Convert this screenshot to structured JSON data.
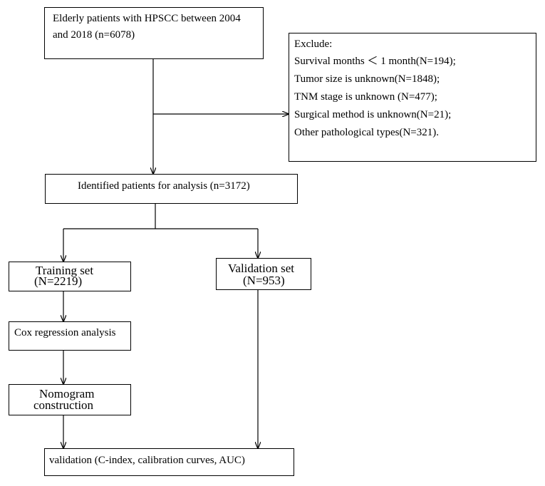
{
  "flowchart": {
    "start": {
      "line1": "Elderly patients with  HPSCC between 2004",
      "line2": "and 2018 (n=6078)"
    },
    "exclude": {
      "title": "Exclude:",
      "items": [
        "Survival months ＜ 1 month(N=194);",
        "Tumor size is unknown(N=1848);",
        "TNM stage is unknown (N=477);",
        "Surgical method is unknown(N=21);",
        "Other pathological types(N=321)."
      ]
    },
    "identified": "Identified patients for analysis (n=3172)",
    "training": {
      "line1": "Training set",
      "line2": "(N=2219)"
    },
    "validation": {
      "line1": "Validation set",
      "line2": "(N=953)"
    },
    "cox": "Cox regression analysis",
    "nomogram": {
      "line1": "Nomogram",
      "line2": "construction"
    },
    "final": "validation (C-index, calibration curves, AUC)"
  }
}
